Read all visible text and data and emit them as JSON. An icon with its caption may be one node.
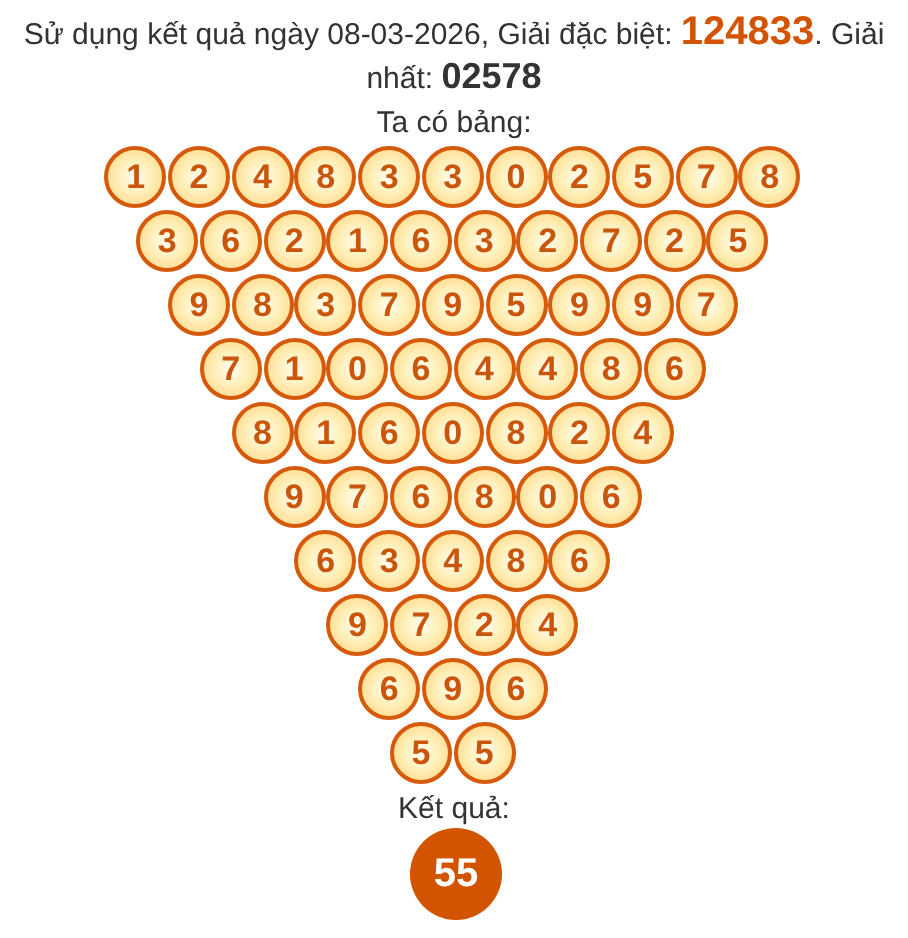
{
  "diagram": {
    "title": "Sử dụng kết quả ngày 08-03-2026, Giải đặc biệt: **124833**. Giải nhất: **02578**",
    "nodes": [
      {
        "text": [
          "1"
        ]
      },
      {
        "text": [
          "2"
        ]
      },
      {
        "text": [
          "4"
        ]
      },
      {
        "text": [
          "8"
        ]
      },
      {
        "text": [
          "3"
        ]
      },
      {
        "text": [
          "3"
        ]
      },
      {
        "text": [
          "0"
        ]
      },
      {
        "text": [
          "2"
        ]
      },
      {
        "text": [
          "5"
        ]
      },
      {
        "text": [
          "7"
        ]
      },
      {
        "text": [
          "8"
        ]
      },
      {
        "text": [
          "3"
        ]
      },
      {
        "text": [
          "6"
        ]
      },
      {
        "text": [
          "2"
        ]
      },
      {
        "text": [
          "1"
        ]
      },
      {
        "text": [
          "6"
        ]
      },
      {
        "text": [
          "3"
        ]
      },
      {
        "text": [
          "2"
        ]
      },
      {
        "text": [
          "7"
        ]
      },
      {
        "text": [
          "2"
        ]
      },
      {
        "text": [
          "5"
        ]
      },
      {
        "text": [
          "9"
        ]
      },
      {
        "text": [
          "8"
        ]
      },
      {
        "text": [
          "3"
        ]
      },
      {
        "text": [
          "7"
        ]
      },
      {
        "text": [
          "9"
        ]
      },
      {
        "text": [
          "5"
        ]
      },
      {
        "text": [
          "9"
        ]
      },
      {
        "text": [
          "9"
        ]
      },
      {
        "text": [
          "7"
        ]
      },
      {
        "text": [
          "7"
        ]
      },
      {
        "text": [
          "1"
        ]
      },
      {
        "text": [
          "0"
        ]
      },
      {
        "text": [
          "6"
        ]
      },
      {
        "text": [
          "4"
        ]
      },
      {
        "text": [
          "4"
        ]
      },
      {
        "text": [
          "8"
        ]
      },
      {
        "text": [
          "6"
        ]
      },
      {
        "text": [
          "8"
        ]
      },
      {
        "text": [
          "1"
        ]
      },
      {
        "text": [
          "6"
        ]
      },
      {
        "text": [
          "0"
        ]
      },
      {
        "text": [
          "8"
        ]
      },
      {
        "text": [
          "2"
        ]
      },
      {
        "text": [
          "4"
        ]
      },
      {
        "text": [
          "9"
        ]
      },
      {
        "text": [
          "7"
        ]
      },
      {
        "text": [
          "6"
        ]
      },
      {
        "text": [
          "8"
        ]
      },
      {
        "text": [
          "0"
        ]
      },
      {
        "text": [
          "6"
        ]
      },
      {
        "text": [
          "6"
        ]
      },
      {
        "text": [
          "3"
        ]
      },
      {
        "text": [
          "4"
        ]
      },
      {
        "text": [
          "8"
        ]
      },
      {
        "text": [
          "6"
        ]
      },
      {
        "text": [
          "9"
        ]
      },
      {
        "text": [
          "7"
        ]
      },
      {
        "text": [
          "2"
        ]
      },
      {
        "text": [
          "4"
        ]
      },
      {
        "text": [
          "6"
        ]
      },
      {
        "text": [
          "9"
        ]
      },
      {
        "text": [
          "6"
        ]
      },
      {
        "text": [
          "5"
        ]
      },
      {
        "text": [
          "5"
        ]
      },
      {
        "text": [
          "55"
        ]
      }
    ],
    "labels": [
      "Ta có bảng:",
      "Kết quả:"
    ]
  }
}
